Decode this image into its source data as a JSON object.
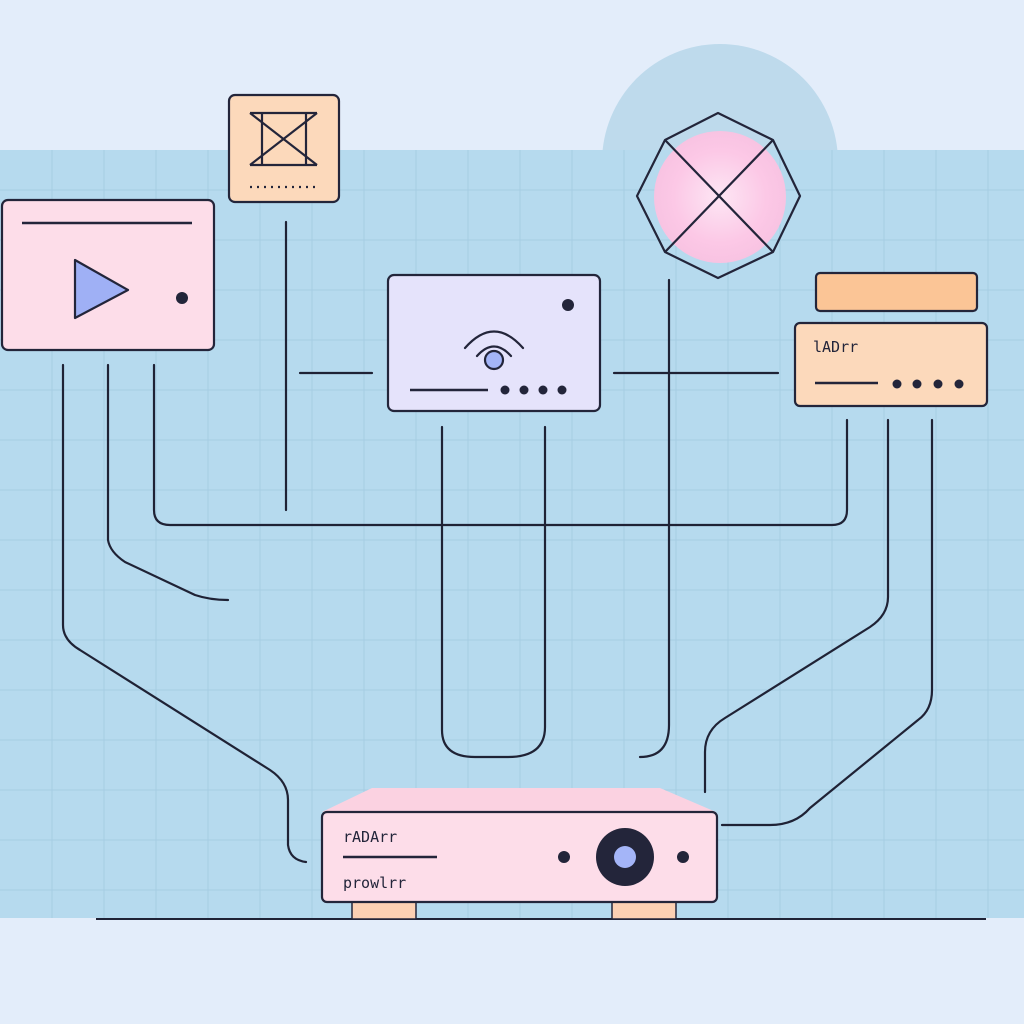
{
  "colors": {
    "background_top": "#e3edfa",
    "panel": "#b6daee",
    "grid": "#a6cde3",
    "line": "#1f2235",
    "pink_box": "#fddde9",
    "lavender_box": "#e5e3fb",
    "peach_box": "#fcd9bb",
    "orange_box": "#fbc596",
    "play_triangle": "#9fb0f5",
    "accent_blue": "#a4b5f8",
    "circle_bg": "#bedaec",
    "pink_glow": "#fcc6e6"
  },
  "nodes": {
    "media_player": {
      "icon": "play-icon"
    },
    "download_client": {
      "icon": "cross-box-icon"
    },
    "network_device": {
      "icon": "wifi-icon"
    },
    "indexer": {
      "icon": "crossed-hexagon-icon"
    },
    "ladarr_panel": {
      "label": "lADrr"
    },
    "server": {
      "label_top": "rADArr",
      "label_bottom": "prowlrr",
      "icon": "speaker-icon"
    }
  }
}
